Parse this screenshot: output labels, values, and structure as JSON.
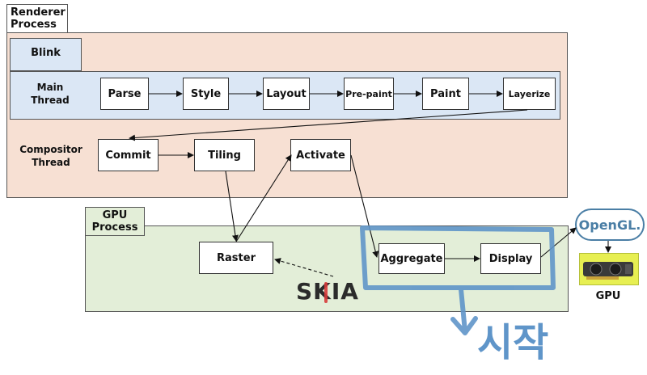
{
  "renderer": {
    "label": "Renderer\nProcess"
  },
  "blink": {
    "label": "Blink"
  },
  "main_thread": {
    "label": "Main\nThread",
    "stages": [
      "Parse",
      "Style",
      "Layout",
      "Pre-paint",
      "Paint",
      "Layerize"
    ]
  },
  "compositor_thread": {
    "label": "Compositor\nThread",
    "stages": [
      "Commit",
      "Tiling",
      "Activate"
    ]
  },
  "gpu": {
    "label": "GPU\nProcess",
    "stages": [
      "Raster",
      "Aggregate",
      "Display"
    ]
  },
  "skia": {
    "label": "SKIA",
    "colors": [
      "#2b2b2b",
      "#d63b3b",
      "#2b2b2b",
      "#2b2b2b"
    ]
  },
  "opengl": {
    "label": "OpenGL."
  },
  "gpu_card": {
    "label": "GPU"
  },
  "annotation": {
    "text": "시작",
    "color": "#5f95c9"
  },
  "colors": {
    "renderer_bg": "#f7e0d3",
    "thread_bg": "#dbe7f5",
    "gpu_bg": "#e3eed8",
    "tab_bg": "#ffffff"
  }
}
